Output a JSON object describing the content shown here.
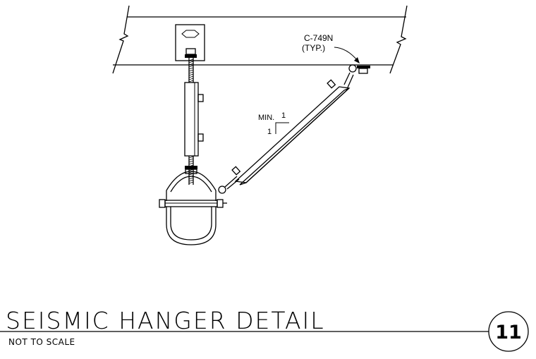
{
  "callout": {
    "part_number": "C-749N",
    "typ": "(TYP.)"
  },
  "slope": {
    "min_label": "MIN.",
    "rise": "1",
    "run": "1"
  },
  "title": {
    "main": "SEISMIC HANGER DETAIL",
    "scale_note": "NOT TO SCALE",
    "detail_number": "11"
  }
}
